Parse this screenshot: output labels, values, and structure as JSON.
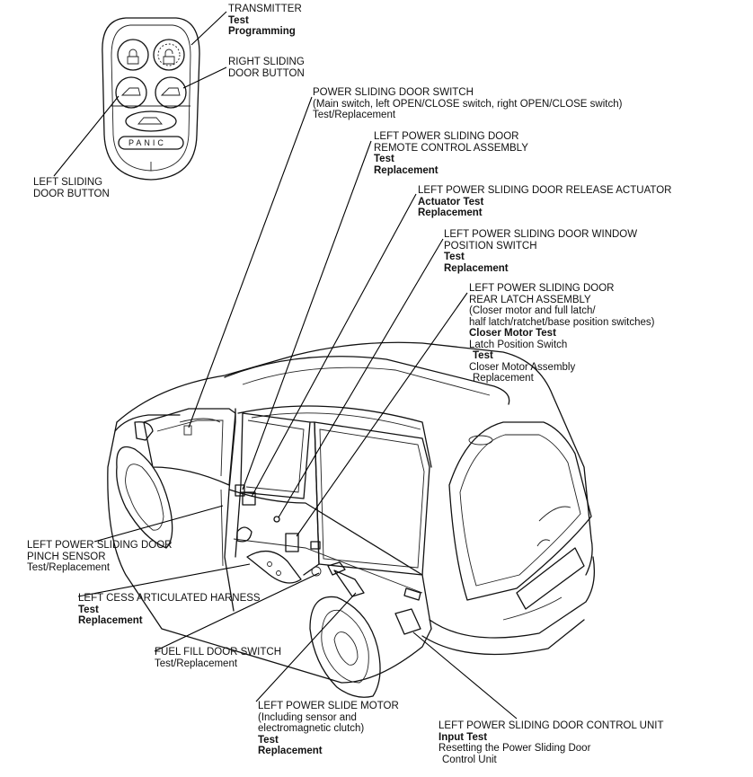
{
  "labels": {
    "transmitter": {
      "title": "TRANSMITTER",
      "lines": [
        "Test",
        "Programming"
      ]
    },
    "right_sliding_door_button": {
      "title_lines": [
        "RIGHT SLIDING",
        "DOOR BUTTON"
      ]
    },
    "left_sliding_door_button": {
      "title_lines": [
        "LEFT SLIDING",
        "DOOR BUTTON"
      ]
    },
    "power_sliding_door_switch": {
      "title": "POWER SLIDING DOOR SWITCH",
      "note": "(Main switch, left OPEN/CLOSE switch, right OPEN/CLOSE switch)",
      "lines": [
        "Test/Replacement"
      ]
    },
    "remote_control_assembly": {
      "title_lines": [
        "LEFT POWER SLIDING DOOR",
        "REMOTE CONTROL ASSEMBLY"
      ],
      "lines": [
        "Test",
        "Replacement"
      ]
    },
    "release_actuator": {
      "title": "LEFT POWER SLIDING DOOR RELEASE ACTUATOR",
      "lines": [
        "Actuator Test",
        "Replacement"
      ]
    },
    "window_position_switch": {
      "title_lines": [
        "LEFT POWER SLIDING DOOR WINDOW",
        "POSITION SWITCH"
      ],
      "lines": [
        "Test",
        "Replacement"
      ]
    },
    "rear_latch_assembly": {
      "title_lines": [
        "LEFT POWER SLIDING DOOR",
        "REAR LATCH ASSEMBLY"
      ],
      "note_lines": [
        "(Closer motor and full latch/",
        "half latch/ratchet/base position switches)"
      ],
      "l1": "Closer Motor Test",
      "l2": "Latch Position Switch",
      "l3": "Test",
      "l4": "Closer Motor Assembly",
      "l5": "Replacement"
    },
    "pinch_sensor": {
      "title_lines": [
        "LEFT POWER SLIDING DOOR",
        "PINCH SENSOR"
      ],
      "lines": [
        "Test/Replacement"
      ]
    },
    "cess_harness": {
      "title": "LEFT CESS ARTICULATED HARNESS",
      "lines": [
        "Test",
        "Replacement"
      ]
    },
    "fuel_fill_switch": {
      "title": "FUEL FILL DOOR SWITCH",
      "lines": [
        "Test/Replacement"
      ]
    },
    "slide_motor": {
      "title": "LEFT POWER SLIDE MOTOR",
      "note_lines": [
        "(Including sensor and",
        "electromagnetic clutch)"
      ],
      "lines": [
        "Test",
        "Replacement"
      ]
    },
    "control_unit": {
      "title": "LEFT POWER SLIDING DOOR CONTROL UNIT",
      "l1": "Input Test",
      "l2": "Resetting the Power Sliding Door",
      "l3": "Control Unit"
    }
  },
  "transmitter_panel": {
    "panic_label": "PANIC"
  }
}
